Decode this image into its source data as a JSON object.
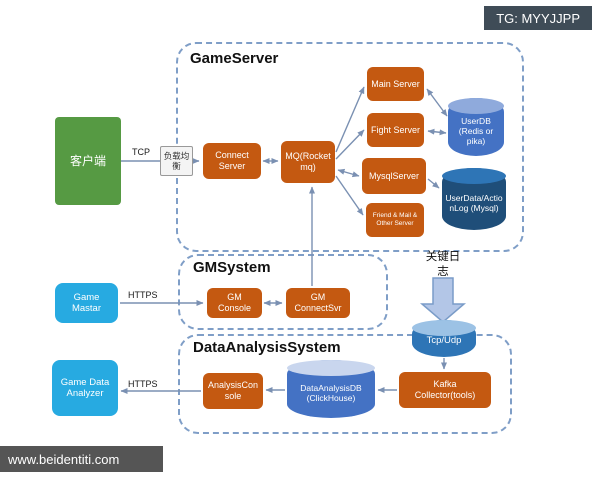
{
  "overlays": {
    "tg_badge": "TG: MYYJJPP",
    "watermark": "www.beidentiti.com"
  },
  "groups": {
    "game_server": {
      "title": "GameServer"
    },
    "gm_system": {
      "title": "GMSystem"
    },
    "data_analysis_system": {
      "title": "DataAnalysisSystem"
    }
  },
  "nodes": {
    "client": {
      "label": "客户端"
    },
    "load_balancer": {
      "label": "负载均衡"
    },
    "connect_server": {
      "label": "Connect Server"
    },
    "mq": {
      "label": "MQ(Rocketmq)"
    },
    "main_server": {
      "label": "Main Server"
    },
    "fight_server": {
      "label": "Fight Server"
    },
    "mysql_server": {
      "label": "MysqlServer"
    },
    "friend_mail_server": {
      "label": "Friend & Mail & Other Server"
    },
    "user_db": {
      "label": "UserDB (Redis or pika)"
    },
    "user_data_log": {
      "label": "UserData/ActionLog (Mysql)"
    },
    "game_master": {
      "label": "Game Mastar"
    },
    "gm_console": {
      "label": "GM Console"
    },
    "gm_connect_svr": {
      "label": "GM ConnectSvr"
    },
    "tcp_udp": {
      "label": "Tcp/Udp"
    },
    "game_data_analyzer": {
      "label": "Game Data Analyzer"
    },
    "analysis_console": {
      "label": "AnalysisConsole"
    },
    "data_analysis_db": {
      "label": "DataAnalysisDB (ClickHouse)"
    },
    "kafka_collector": {
      "label": "Kafka Collector(tools)"
    }
  },
  "edge_labels": {
    "tcp": "TCP",
    "https_gm": "HTTPS",
    "https_analyzer": "HTTPS",
    "key_log": "关键日志"
  },
  "colors": {
    "orange_node": "#c45911",
    "green_node": "#569a43",
    "cyan_node": "#27aae1",
    "cylinder_blue": "#4472c4",
    "cylinder_dark": "#1f4e79",
    "cylinder_mid": "#2e75b6",
    "group_border": "#7f9ec7",
    "connector": "#7a90b2",
    "badge_bg": "#3f4c57",
    "watermark_bg": "#424242"
  }
}
